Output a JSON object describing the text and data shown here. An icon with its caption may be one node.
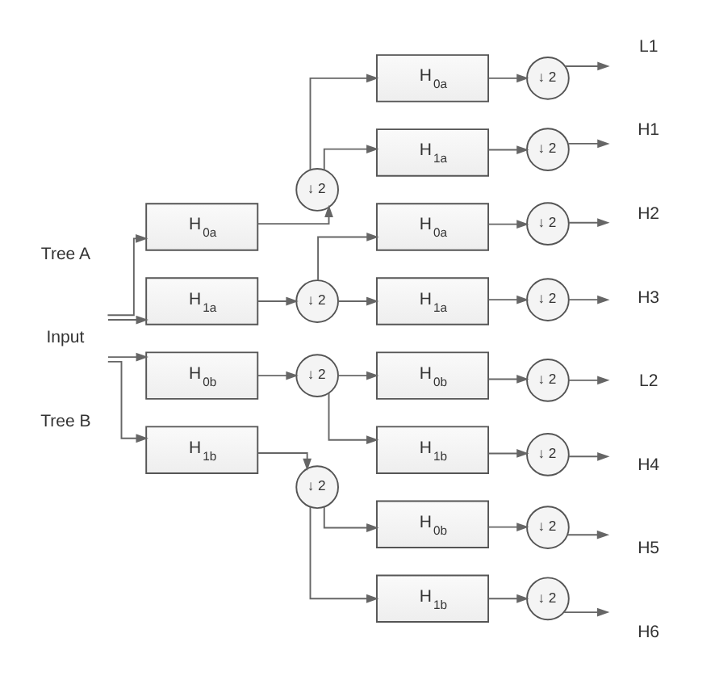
{
  "diagram": {
    "nodes": [
      {
        "text": [
          "Input"
        ]
      },
      {
        "text": [
          "H$_{0a}$"
        ]
      },
      {
        "text": [
          "H$_{1a}$"
        ]
      },
      {
        "text": [
          "H$_{0b}$"
        ]
      },
      {
        "text": [
          "H$_{1b}$"
        ]
      },
      {
        "text": [
          "↓ 2"
        ]
      },
      {
        "text": [
          "↓ 2"
        ]
      },
      {
        "text": [
          "↓ 2"
        ]
      },
      {
        "text": [
          "↓ 2"
        ]
      },
      {
        "text": [
          "H$_{0a}$"
        ]
      },
      {
        "text": [
          "H$_{1a}$"
        ]
      },
      {
        "text": [
          "H$_{0a}$"
        ]
      },
      {
        "text": [
          "H$_{1a}$"
        ]
      },
      {
        "text": [
          "H$_{0b}$"
        ]
      },
      {
        "text": [
          "H$_{1b}$"
        ]
      },
      {
        "text": [
          "H$_{0b}$"
        ]
      },
      {
        "text": [
          "H$_{1b}$"
        ]
      },
      {
        "text": [
          "↓ 2"
        ]
      },
      {
        "text": [
          "↓ 2"
        ]
      },
      {
        "text": [
          "↓ 2"
        ]
      },
      {
        "text": [
          "↓ 2"
        ]
      },
      {
        "text": [
          "↓ 2"
        ]
      },
      {
        "text": [
          "↓ 2"
        ]
      },
      {
        "text": [
          "↓ 2"
        ]
      },
      {
        "text": [
          "↓ 2"
        ]
      },
      {
        "text": [
          "L1"
        ]
      },
      {
        "text": [
          "H1"
        ]
      },
      {
        "text": [
          "H2"
        ]
      },
      {
        "text": [
          "H3"
        ]
      },
      {
        "text": [
          "L2"
        ]
      },
      {
        "text": [
          "H4"
        ]
      },
      {
        "text": [
          "H5"
        ]
      },
      {
        "text": [
          "H6"
        ]
      }
    ],
    "edges": [
      {
        "from": 0,
        "to": 1,
        "arrow": "to"
      },
      {
        "from": 0,
        "to": 2,
        "arrow": "to"
      },
      {
        "from": 0,
        "to": 3,
        "arrow": "to"
      },
      {
        "from": 0,
        "to": 4,
        "arrow": "to"
      },
      {
        "from": 1,
        "to": 5,
        "arrow": "to"
      },
      {
        "from": 2,
        "to": 6,
        "arrow": "to"
      },
      {
        "from": 3,
        "to": 7,
        "arrow": "to"
      },
      {
        "from": 4,
        "to": 8,
        "arrow": "to"
      },
      {
        "from": 5,
        "to": 9,
        "arrow": "to"
      },
      {
        "from": 5,
        "to": 10,
        "arrow": "to"
      },
      {
        "from": 6,
        "to": 11,
        "arrow": "to"
      },
      {
        "from": 6,
        "to": 12,
        "arrow": "to"
      },
      {
        "from": 7,
        "to": 13,
        "arrow": "to"
      },
      {
        "from": 7,
        "to": 14,
        "arrow": "to"
      },
      {
        "from": 8,
        "to": 15,
        "arrow": "to"
      },
      {
        "from": 8,
        "to": 16,
        "arrow": "to"
      },
      {
        "from": 9,
        "to": 17,
        "arrow": "to"
      },
      {
        "from": 10,
        "to": 18,
        "arrow": "to"
      },
      {
        "from": 11,
        "to": 19,
        "arrow": "to"
      },
      {
        "from": 12,
        "to": 20,
        "arrow": "to"
      },
      {
        "from": 13,
        "to": 21,
        "arrow": "to"
      },
      {
        "from": 14,
        "to": 22,
        "arrow": "to"
      },
      {
        "from": 15,
        "to": 23,
        "arrow": "to"
      },
      {
        "from": 16,
        "to": 24,
        "arrow": "to"
      },
      {
        "from": 17,
        "to": 25,
        "arrow": "to"
      },
      {
        "from": 18,
        "to": 26,
        "arrow": "to"
      },
      {
        "from": 19,
        "to": 27,
        "arrow": "to"
      },
      {
        "from": 20,
        "to": 28,
        "arrow": "to"
      },
      {
        "from": 21,
        "to": 29,
        "arrow": "to"
      },
      {
        "from": 22,
        "to": 30,
        "arrow": "to"
      },
      {
        "from": 23,
        "to": 31,
        "arrow": "to"
      },
      {
        "from": 24,
        "to": 32,
        "arrow": "to"
      }
    ],
    "labels": [
      "Tree A",
      "Tree B"
    ]
  }
}
